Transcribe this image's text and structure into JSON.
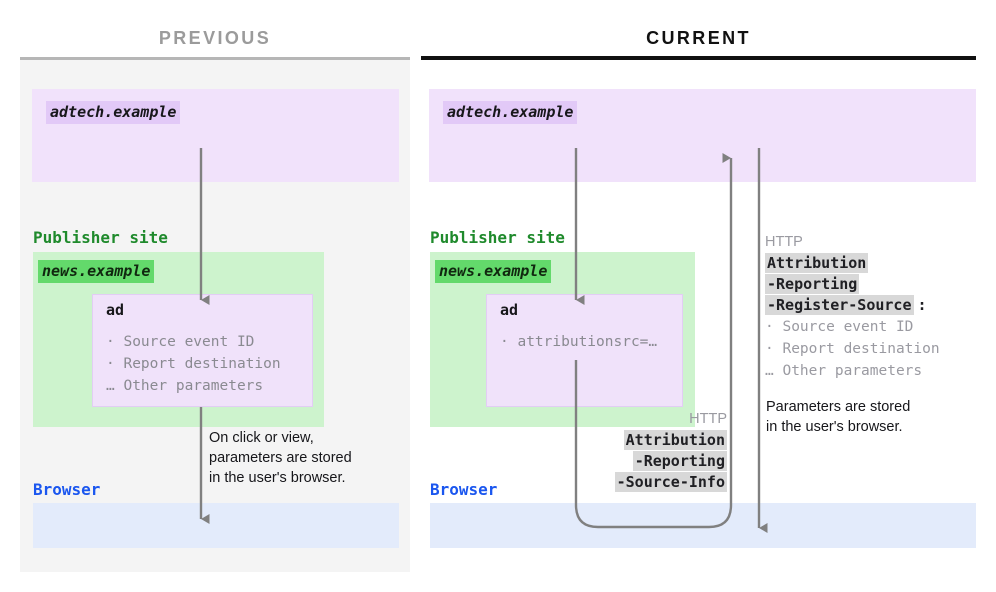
{
  "diagram": {
    "title": "Attribution Reporting source registration: previous vs current",
    "arrow_color": "#777777",
    "colors": {
      "panel_bg": "#f4f4f4",
      "adtech_box": "#f1e2fb",
      "adtech_chip": "#e2c9f7",
      "publisher_box": "#cdf3cd",
      "publisher_chip": "#63d96b",
      "publisher_title": "#1f8a2c",
      "ad_box": "#f0e2fa",
      "browser_box": "#e3ebfb",
      "browser_title": "#1a56ef",
      "muted_text": "#9a9aa1",
      "header_highlight": "#d8d8d8",
      "rule_previous": "#b6b6b6",
      "rule_current": "#111111"
    }
  },
  "panels": {
    "previous": {
      "heading": "PREVIOUS",
      "adtech": {
        "chip": "adtech.example"
      },
      "publisher": {
        "title": "Publisher site",
        "chip": "news.example"
      },
      "ad": {
        "title": "ad",
        "items": [
          "· Source event ID",
          "· Report destination",
          "… Other parameters"
        ]
      },
      "note": "On click or view,\nparameters are stored\nin the user's browser.",
      "browser": {
        "title": "Browser"
      }
    },
    "current": {
      "heading": "CURRENT",
      "adtech": {
        "chip": "adtech.example"
      },
      "publisher": {
        "title": "Publisher site",
        "chip": "news.example"
      },
      "ad": {
        "title": "ad",
        "items": [
          "· attributionsrc=…"
        ]
      },
      "request_header": {
        "protocol": "HTTP",
        "line1": "Attribution",
        "line2": "-Reporting",
        "line3": "-Source-Info"
      },
      "response_header": {
        "protocol": "HTTP",
        "line1": "Attribution",
        "line2": "-Reporting",
        "line3": "-Register-Source",
        "colon": ":",
        "params": [
          "· Source event ID",
          "· Report destination",
          "… Other parameters"
        ]
      },
      "note": "Parameters are stored\nin the user's browser.",
      "browser": {
        "title": "Browser"
      }
    }
  }
}
